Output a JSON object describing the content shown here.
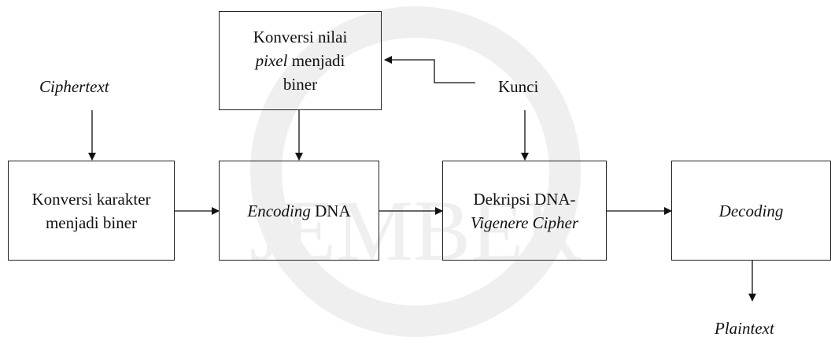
{
  "diagram": {
    "inputs": {
      "ciphertext": "Ciphertext",
      "kunci": "Kunci"
    },
    "boxes": {
      "konversi_pixel": {
        "line1": "Konversi nilai",
        "line2_italic": "pixel",
        "line2_rest": " menjadi",
        "line3": "biner"
      },
      "konversi_karakter": {
        "line1": "Konversi karakter",
        "line2": "menjadi biner"
      },
      "encoding": {
        "italic": "Encoding",
        "rest": " DNA"
      },
      "dekripsi": {
        "line1": "Dekripsi DNA-",
        "line2_italic": "Vigenere Cipher"
      },
      "decoding": {
        "italic": "Decoding"
      }
    },
    "output": {
      "plaintext": "Plaintext"
    }
  },
  "watermark": {
    "text": "JEMBER"
  }
}
